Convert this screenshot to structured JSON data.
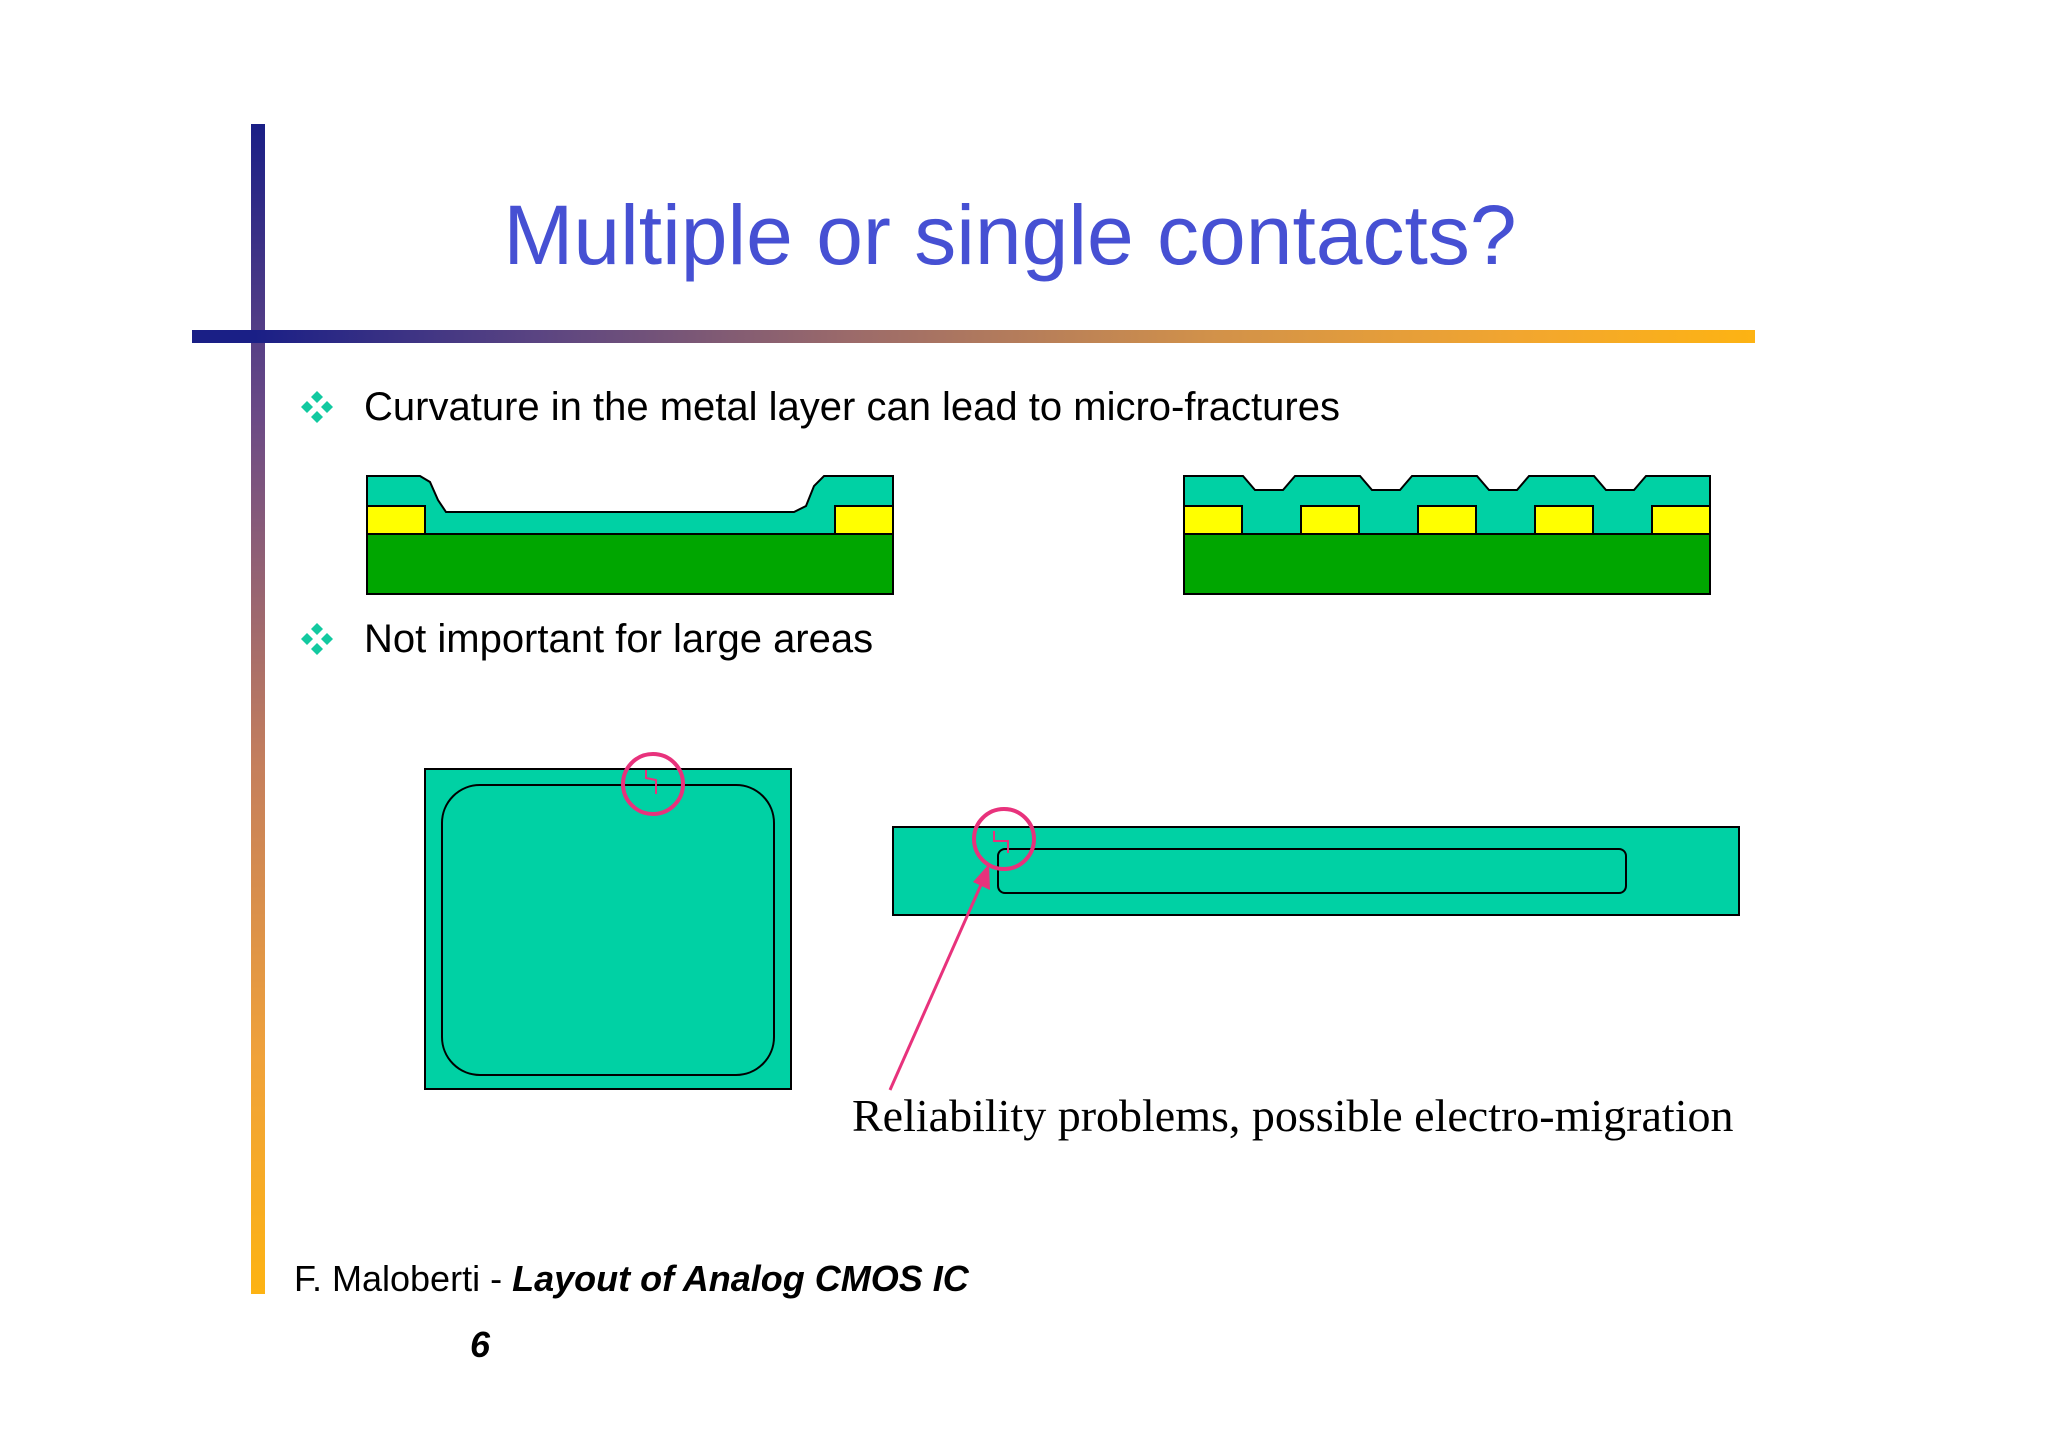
{
  "slide": {
    "title": "Multiple or single contacts?",
    "bullets": [
      {
        "icon": "four-diamond-bullet-icon",
        "text": "Curvature in the metal layer can lead to micro-fractures"
      },
      {
        "icon": "four-diamond-bullet-icon",
        "text": "Not important for large areas"
      }
    ],
    "caption": "Reliability problems, possible electro-migration",
    "footer": {
      "author": "F. Maloberti",
      "separator": " - ",
      "book": "Layout of Analog CMOS IC"
    },
    "page_number": "6"
  },
  "colors": {
    "title": "#4650d3",
    "bullet": "#12c9a0",
    "metal": "#00d1a4",
    "contact": "#ffff00",
    "substrate": "#00a600",
    "highlight": "#e8327c"
  }
}
